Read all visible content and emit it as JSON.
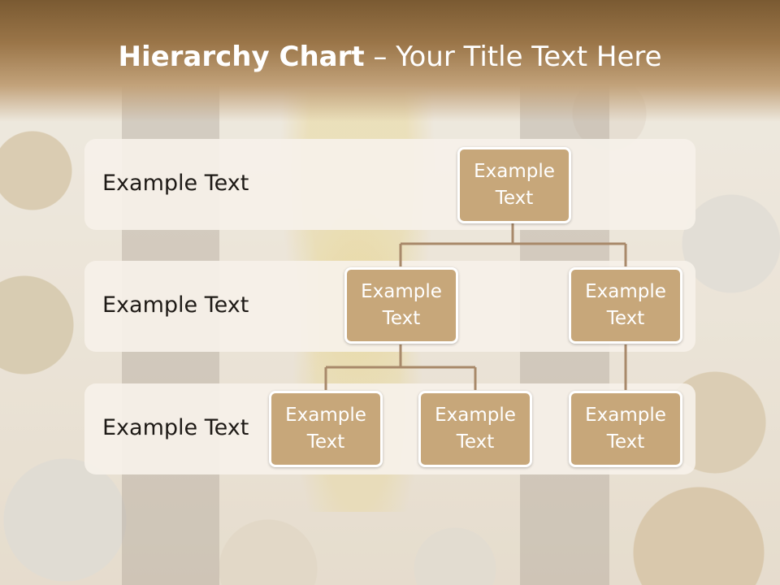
{
  "slide": {
    "title_bold": "Hierarchy Chart",
    "title_rest": " – Your Title Text Here"
  },
  "levels": [
    {
      "label": "Example Text"
    },
    {
      "label": "Example Text"
    },
    {
      "label": "Example Text"
    }
  ],
  "nodes": {
    "root": "Example\nText",
    "l2_left": "Example\nText",
    "l2_right": "Example\nText",
    "l3_a": "Example\nText",
    "l3_b": "Example\nText",
    "l3_c": "Example\nText"
  },
  "colors": {
    "node_fill": "#c7a77a",
    "node_border": "#ffffff",
    "connector": "#a8896a",
    "band_fill": "#f6f1e9",
    "title_band": "#8a6a3e"
  }
}
